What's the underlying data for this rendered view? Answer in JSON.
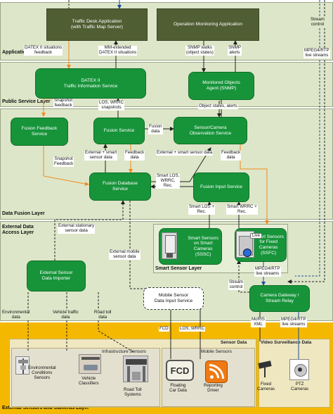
{
  "layers": {
    "application": "Application Layer",
    "public_service": "Public Service Layer",
    "data_fusion": "Data Fusion Layer",
    "external_data_access": "External Data\nAccess Layer",
    "smart_sensor": "Smart Sensor Layer",
    "external_sensors": "External Sensors and Cameras Layer"
  },
  "boxes": {
    "traffic_desk": "Traffic Desk Application\n(with Traffic Map Server)",
    "operation_monitoring": "Operation Monitoring Application",
    "datex_service": "DATEX II\nTraffic Information Service",
    "monitored_objects": "Monitored Objects\nAgent (SNMP)",
    "fusion_feedback": "Fusion Feedback\nService",
    "fusion_service": "Fusion Service",
    "sensor_camera_obs": "Sensor/Camera\nObservation Service",
    "fusion_database": "Fusion Database\nService",
    "fusion_input": "Fusion Input Service",
    "smart_sensors_smart_cameras": "Smart Sensors\non Smart\nCameras\n(SSSC)",
    "smart_sensors_fixed": "Smart Sensors\nfor Fixed\nCameras\n(SSFC)",
    "external_sensor_importer": "External Sensor\nData Importer",
    "mobile_sensor_input": "Mobile Sensor\nData Input Service",
    "camera_gateway": "Camera Gateway /\nStream Relay",
    "live_badge": "Live"
  },
  "labels": {
    "stream_control_top": "Stream\ncontrol",
    "datex_feedback": "DATEX II situations\nfeedback",
    "mm_extended": "MM-extended\nDATEX II situations",
    "snmp_walks": "SNMP walks\n(object states)",
    "snmp_alerts": "SNMP\nalerts",
    "mpeg_top": "MPEG4/RTP\nlive streams",
    "snapshot_feedback_1": "Snapshot\nfeedback",
    "los_wrrc_snapshots": "LOS, WRRC\nsnapshots",
    "object_states_alerts": "Object states, alerts",
    "fusion_data": "Fusion\ndata",
    "snapshot_feedback_2": "Snapshot\nFeedback",
    "ext_smart_sensor_1": "External + smart\nsensor data",
    "feedback_data_1": "Feedback\ndata",
    "ext_smart_sensor_2": "External + smart sensor data",
    "feedback_data_2": "Feedback\ndata",
    "smart_los": "Smart LOS,\nWRRC,\nRec.",
    "smart_los_rec": "Smart LOS +\nRec.",
    "smart_wrrc_rec": "Smart WRRC +\nRec.",
    "ext_stationary": "External stationary\nsensor data",
    "ext_mobile": "External mobile\nsensor data",
    "mpeg_live_mid": "MPEG4/RTP\nlive streams",
    "stream_control_mid": "Stream\ncontrol",
    "environmental_data": "Environmental\ndata",
    "vehicle_traffic_data": "Vehicle traffic\ndata",
    "road_toll_data": "Road toll\ndata",
    "fcd": "FCD",
    "los_wrrc": "LOS, WRRC",
    "moris_xml": "MoRIS\nXML",
    "mpeg_live_bottom": "MPEG4/RTP\nlive streams"
  },
  "panels": {
    "sensor_data": "Sensor Data",
    "video_surveillance_data": "Video Surveillance Data",
    "infrastructure_sensors": "Infrastructure Sensors",
    "mobile_sensors": "Mobile Sensors"
  },
  "devices": {
    "environmental_sensors": "Environmental\nConditions\nSensors",
    "vehicle_classifiers": "Vehicle\nClassifiers",
    "road_toll_systems": "Road Toll\nSystems",
    "floating_car_data": "Floating\nCar Data",
    "fcd_logo": "FCD",
    "reporting_driver": "Reporting\nDriver",
    "fixed_cameras": "Fixed\nCameras",
    "ptz_cameras": "PTZ\nCameras"
  },
  "colors": {
    "layer_bg": "#dde6c8",
    "service_green": "#17943a",
    "app_dark": "#505e33",
    "sensor_yellow": "#f5b800",
    "arrow_orange": "#f08a1e",
    "arrow_blue": "#1a4f9c"
  }
}
